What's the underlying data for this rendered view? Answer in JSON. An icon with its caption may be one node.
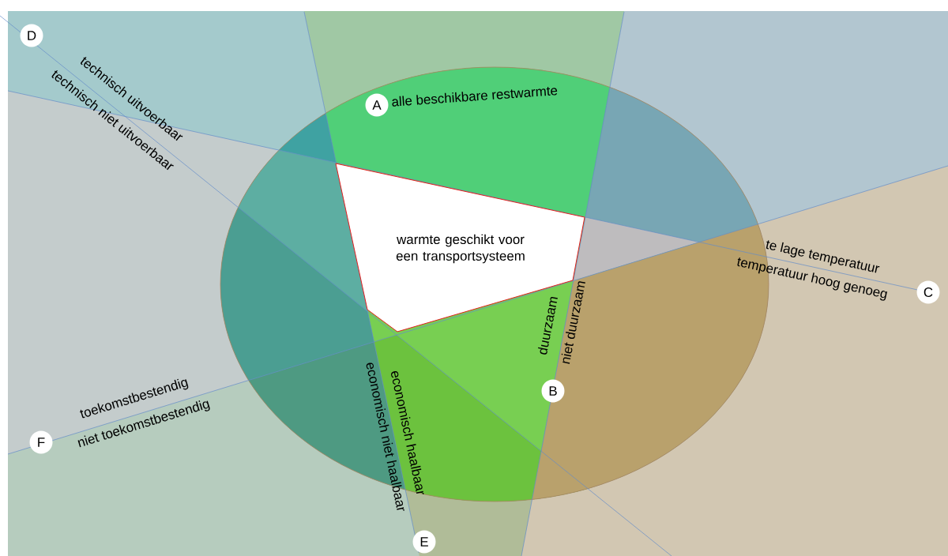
{
  "diagram": {
    "nodes": [
      {
        "text": [
          "D"
        ]
      },
      {
        "text": [
          "A"
        ],
        "beside": [
          "alle beschikbare restwarmte"
        ]
      },
      {
        "text": [
          "warmte geschikt voor een transportsysteem"
        ]
      },
      {
        "text": [
          "C"
        ]
      },
      {
        "text": [
          "B"
        ]
      },
      {
        "text": [
          "F"
        ]
      },
      {
        "text": [
          "E"
        ]
      }
    ],
    "labels": [
      "technisch uitvoerbaar",
      "technisch niet uitvoerbaar",
      "te lage temperatuur",
      "temperatuur hoog genoeg",
      "duurzaam",
      "niet duurzaam",
      "toekomstbestendig",
      "niet toekomstbestendig",
      "economisch haalbaar",
      "economisch niet haalbaar"
    ]
  }
}
